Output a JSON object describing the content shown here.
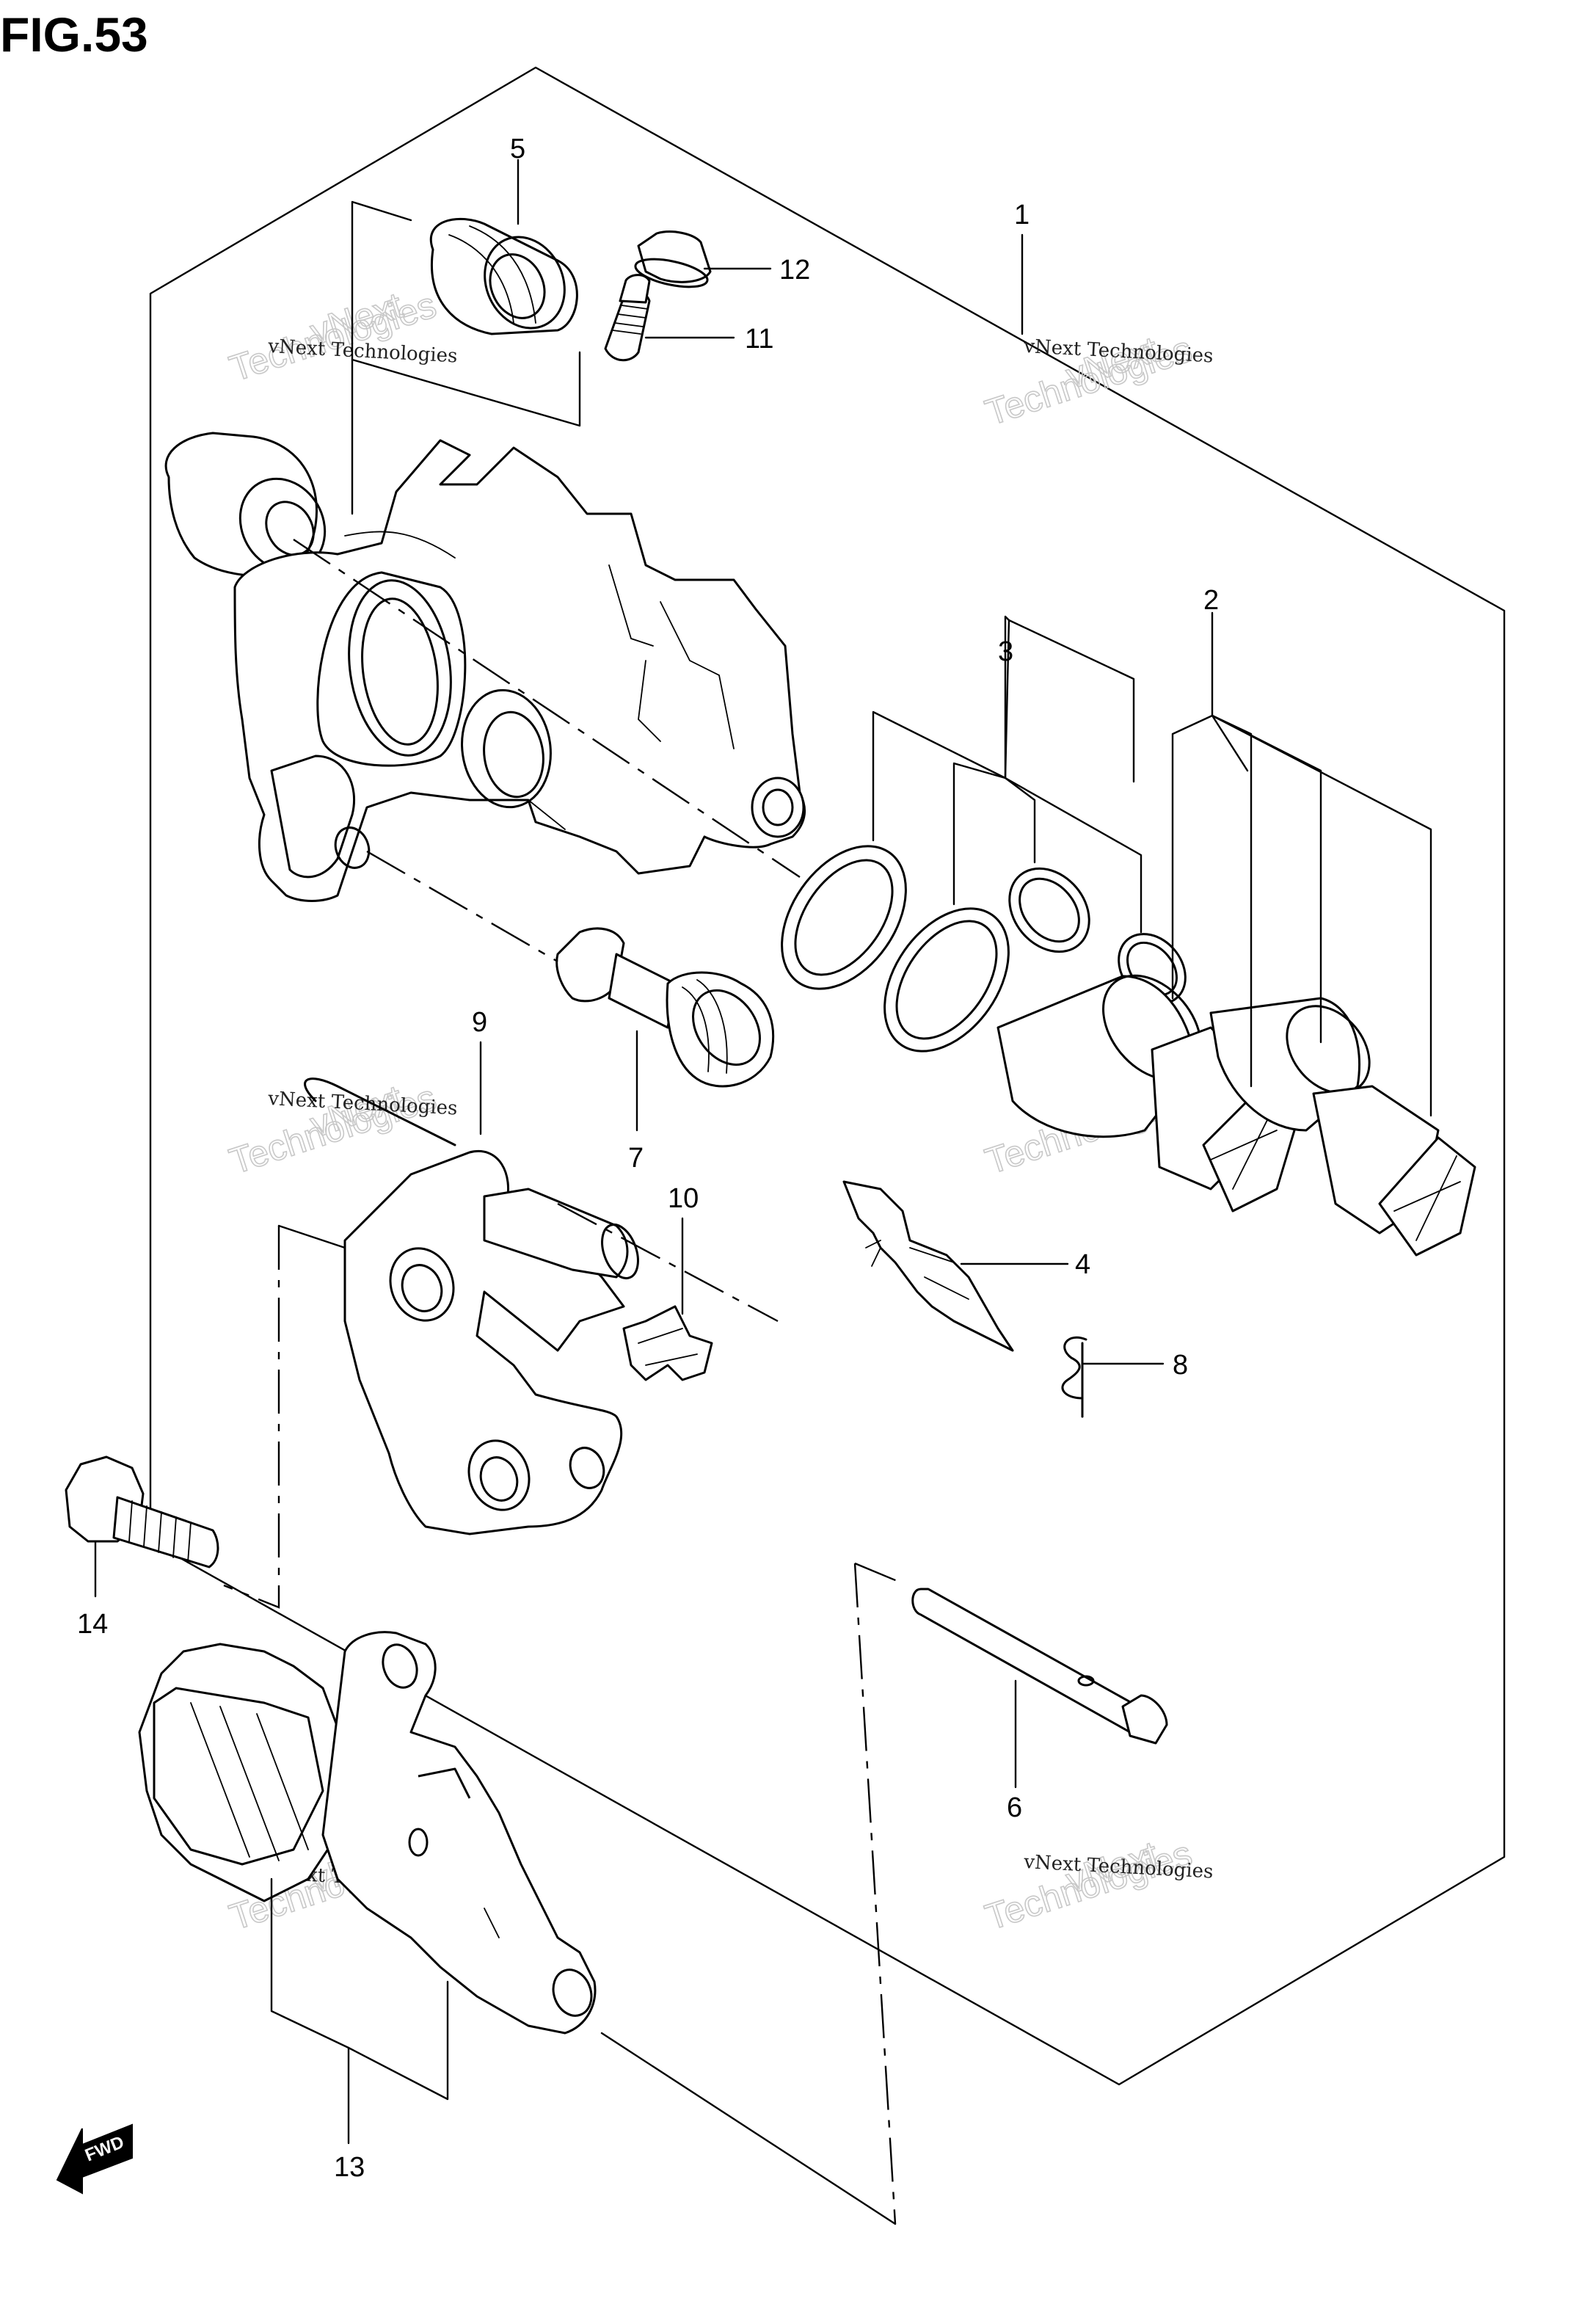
{
  "figure": {
    "title": "FIG.53"
  },
  "callouts": {
    "c1": "1",
    "c2": "2",
    "c3": "3",
    "c4": "4",
    "c5": "5",
    "c6": "6",
    "c7": "7",
    "c8": "8",
    "c9": "9",
    "c10": "10",
    "c11": "11",
    "c12": "12",
    "c13": "13",
    "c14": "14"
  },
  "fwd_label": "FWD",
  "watermark": {
    "small": "vNext Technologies",
    "line1": "vNext",
    "line2": "Technologies"
  },
  "icons": {
    "fwd_arrow": "fwd-arrow-icon"
  }
}
